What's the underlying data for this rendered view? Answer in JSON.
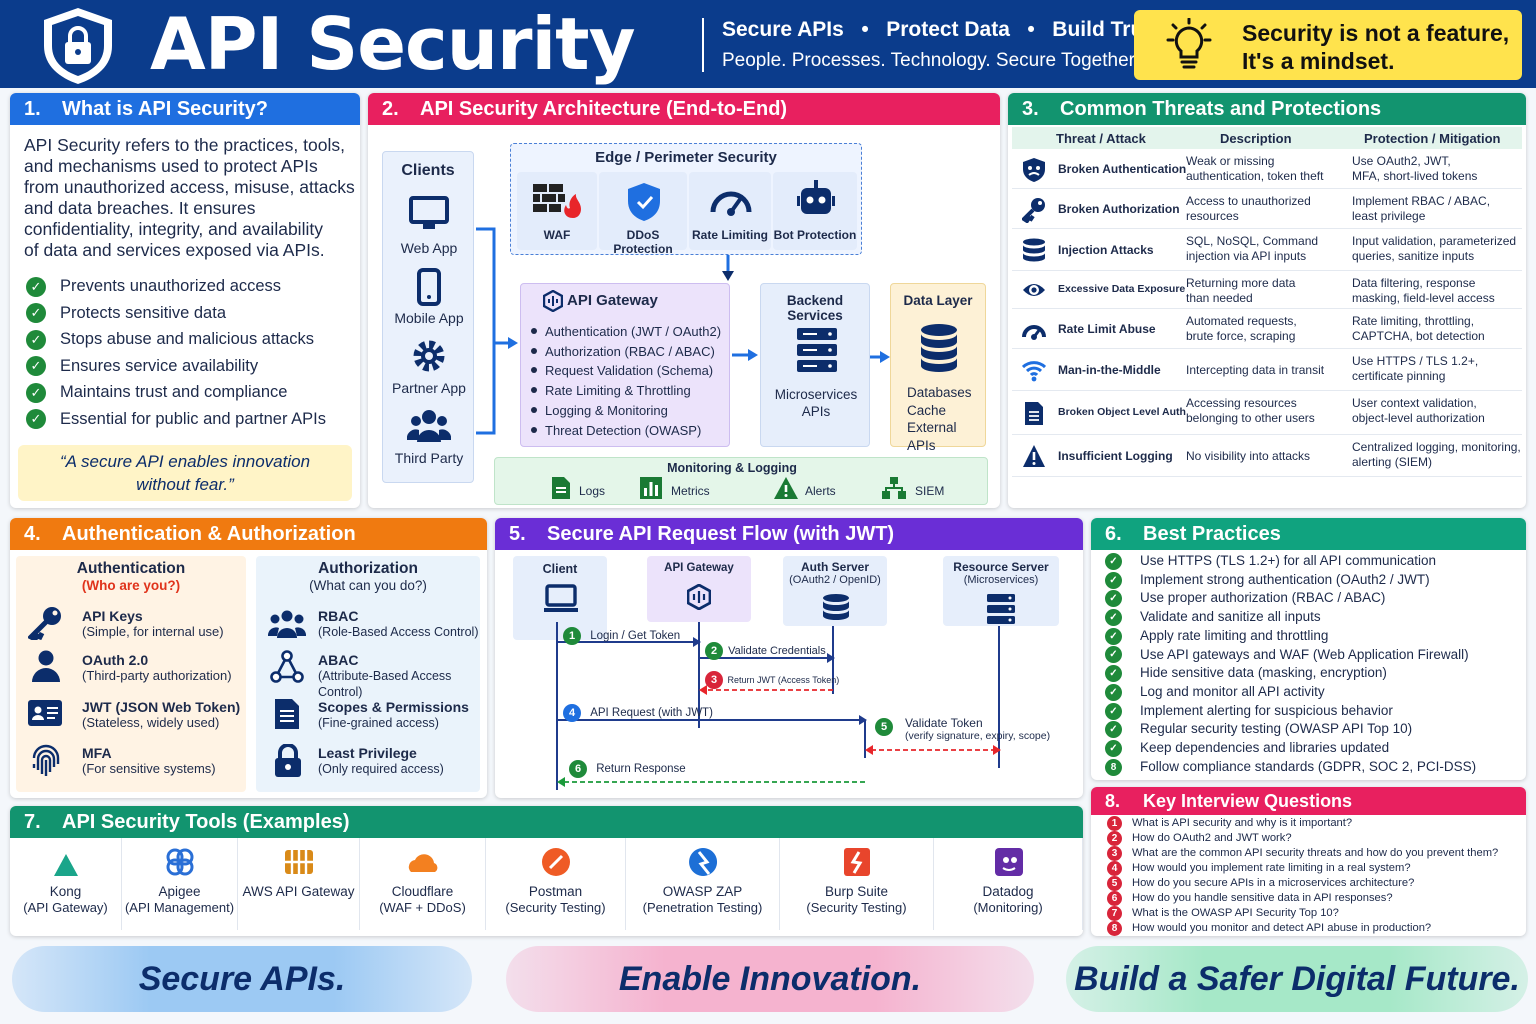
{
  "header": {
    "title": "API Security",
    "tagline_parts": [
      "Secure APIs",
      "•",
      "Protect Data",
      "•",
      "Build Trust"
    ],
    "subtitle": "People. Processes. Technology. Secure Together.",
    "quote_line1": "Security is not a feature,",
    "quote_line2": "It's a mindset."
  },
  "s1": {
    "num": "1.",
    "title": "What is API Security?",
    "body": [
      "API Security refers to the practices, tools,",
      "and mechanisms used to protect APIs",
      "from unauthorized access, misuse, attacks",
      "and data breaches. It ensures",
      "confidentiality, integrity, and availability",
      "of data and services exposed via APIs."
    ],
    "items": [
      "Prevents unauthorized access",
      "Protects sensitive data",
      "Stops abuse and malicious attacks",
      "Ensures service availability",
      "Maintains trust and compliance",
      "Essential for public and partner APIs"
    ],
    "quote1": "“A secure API enables innovation",
    "quote2": "without fear.”"
  },
  "s2": {
    "num": "2.",
    "title": "API Security Architecture (End-to-End)",
    "clients_title": "Clients",
    "clients": [
      "Web App",
      "Mobile App",
      "Partner App",
      "Third Party"
    ],
    "edge_title": "Edge / Perimeter Security",
    "edge": [
      "WAF",
      "DDoS Protection",
      "Rate Limiting",
      "Bot Protection"
    ],
    "gateway_title": "API Gateway",
    "gateway_items": [
      "Authentication (JWT / OAuth2)",
      "Authorization (RBAC / ABAC)",
      "Request Validation (Schema)",
      "Rate Limiting & Throttling",
      "Logging & Monitoring",
      "Threat Detection (OWASP)"
    ],
    "backend_title": "Backend Services",
    "backend_l1": "Microservices",
    "backend_l2": "APIs",
    "data_title": "Data Layer",
    "data_lines": [
      "Databases",
      "Cache",
      "External APIs"
    ],
    "mon_title": "Monitoring & Logging",
    "mon": [
      "Logs",
      "Metrics",
      "Alerts",
      "SIEM"
    ]
  },
  "s3": {
    "num": "3.",
    "title": "Common Threats and Protections",
    "cols": [
      "Threat / Attack",
      "Description",
      "Protection / Mitigation"
    ],
    "rows": [
      {
        "threat": "Broken Authentication",
        "d1": "Weak or missing",
        "d2": "authentication, token theft",
        "p1": "Use OAuth2, JWT,",
        "p2": "MFA, short-lived tokens"
      },
      {
        "threat": "Broken Authorization",
        "d1": "Access to unauthorized",
        "d2": "resources",
        "p1": "Implement RBAC / ABAC,",
        "p2": "least privilege"
      },
      {
        "threat": "Injection Attacks",
        "d1": "SQL, NoSQL, Command",
        "d2": "injection via API inputs",
        "p1": "Input validation, parameterized",
        "p2": "queries, sanitize inputs"
      },
      {
        "threat": "Excessive Data Exposure",
        "d1": "Returning more data",
        "d2": "than needed",
        "p1": "Data filtering, response",
        "p2": "masking, field-level access"
      },
      {
        "threat": "Rate Limit Abuse",
        "d1": "Automated requests,",
        "d2": "brute force, scraping",
        "p1": "Rate limiting, throttling,",
        "p2": "CAPTCHA, bot detection"
      },
      {
        "threat": "Man-in-the-Middle",
        "d1": "Intercepting data in transit",
        "d2": "",
        "p1": "Use HTTPS / TLS 1.2+,",
        "p2": "certificate pinning"
      },
      {
        "threat": "Broken Object Level Auth",
        "d1": "Accessing resources",
        "d2": "belonging to other users",
        "p1": "User context validation,",
        "p2": "object-level authorization"
      },
      {
        "threat": "Insufficient Logging",
        "d1": "No visibility into attacks",
        "d2": "",
        "p1": "Centralized logging, monitoring,",
        "p2": "alerting (SIEM)"
      }
    ]
  },
  "s4": {
    "num": "4.",
    "title": "Authentication & Authorization",
    "authn_title": "Authentication",
    "authn_sub": "(Who are you?)",
    "authz_title": "Authorization",
    "authz_sub": "(What can you do?)",
    "authn": [
      {
        "t": "API Keys",
        "s": "(Simple, for internal use)"
      },
      {
        "t": "OAuth 2.0",
        "s": "(Third-party authorization)"
      },
      {
        "t": "JWT (JSON Web Token)",
        "s": "(Stateless, widely used)"
      },
      {
        "t": "MFA",
        "s": "(For sensitive systems)"
      }
    ],
    "authz": [
      {
        "t": "RBAC",
        "s": "(Role-Based Access Control)"
      },
      {
        "t": "ABAC",
        "s": "(Attribute-Based Access Control)"
      },
      {
        "t": "Scopes & Permissions",
        "s": "(Fine-grained access)"
      },
      {
        "t": "Least Privilege",
        "s": "(Only required access)"
      }
    ]
  },
  "s5": {
    "num": "5.",
    "title": "Secure API Request Flow (with JWT)",
    "actors": [
      {
        "t": "Client",
        "s": ""
      },
      {
        "t": "API Gateway",
        "s": ""
      },
      {
        "t": "Auth Server",
        "s": "(OAuth2 / OpenID)"
      },
      {
        "t": "Resource Server",
        "s": "(Microservices)"
      }
    ],
    "steps": [
      {
        "n": "1",
        "t": "Login / Get Token"
      },
      {
        "n": "2",
        "t": "Validate Credentials"
      },
      {
        "n": "3",
        "t": "Return JWT (Access Token)"
      },
      {
        "n": "4",
        "t": "API Request (with JWT)"
      },
      {
        "n": "5",
        "t": "Validate Token",
        "s": "(verify signature, expiry, scope)"
      },
      {
        "n": "6",
        "t": "Return Response"
      }
    ]
  },
  "s6": {
    "num": "6.",
    "title": "Best Practices",
    "items": [
      "Use HTTPS (TLS 1.2+) for all API communication",
      "Implement strong authentication (OAuth2 / JWT)",
      "Use proper authorization (RBAC / ABAC)",
      "Validate and sanitize all inputs",
      "Apply rate limiting and throttling",
      "Use API gateways and WAF (Web Application Firewall)",
      "Hide sensitive data (masking, encryption)",
      "Log and monitor all API activity",
      "Implement alerting for suspicious behavior",
      "Regular security testing (OWASP API Top 10)",
      "Keep dependencies and libraries updated",
      "Follow compliance standards (GDPR, SOC 2, PCI-DSS)"
    ],
    "last_badge": "8"
  },
  "s7": {
    "num": "7.",
    "title": "API Security Tools (Examples)",
    "tools": [
      {
        "t": "Kong",
        "s": "(API Gateway)",
        "c": "#1aa58a"
      },
      {
        "t": "Apigee",
        "s": "(API Management)",
        "c": "#2a6fd6"
      },
      {
        "t": "AWS API Gateway",
        "s": "",
        "c": "#d98a18"
      },
      {
        "t": "Cloudflare",
        "s": "(WAF + DDoS)",
        "c": "#f38020"
      },
      {
        "t": "Postman",
        "s": "(Security Testing)",
        "c": "#ef5b25"
      },
      {
        "t": "OWASP ZAP",
        "s": "(Penetration Testing)",
        "c": "#1d6fd6"
      },
      {
        "t": "Burp Suite",
        "s": "(Security Testing)",
        "c": "#e8452c"
      },
      {
        "t": "Datadog",
        "s": "(Monitoring)",
        "c": "#632ca6"
      }
    ]
  },
  "s8": {
    "num": "8.",
    "title": "Key Interview Questions",
    "qs": [
      "What is API security and why is it important?",
      "How do OAuth2 and JWT work?",
      "What are the common API security threats and how do you prevent them?",
      "How would you implement rate limiting in a real system?",
      "How do you secure APIs in a microservices architecture?",
      "How do you handle sensitive data in API responses?",
      "What is the OWASP API Security Top 10?",
      "How would you monitor and detect API abuse in production?"
    ]
  },
  "footer": [
    "Secure APIs.",
    "Enable Innovation.",
    "Build a Safer Digital Future."
  ],
  "colors": {
    "navy": "#0b3c8c",
    "blue": "#1f6fe0",
    "pink": "#e8205f",
    "green": "#12946f",
    "orange": "#f07a10",
    "purple": "#6a2ed6",
    "teal": "#10a37f",
    "red": "#d8253a",
    "yellow": "#ffe34d"
  }
}
